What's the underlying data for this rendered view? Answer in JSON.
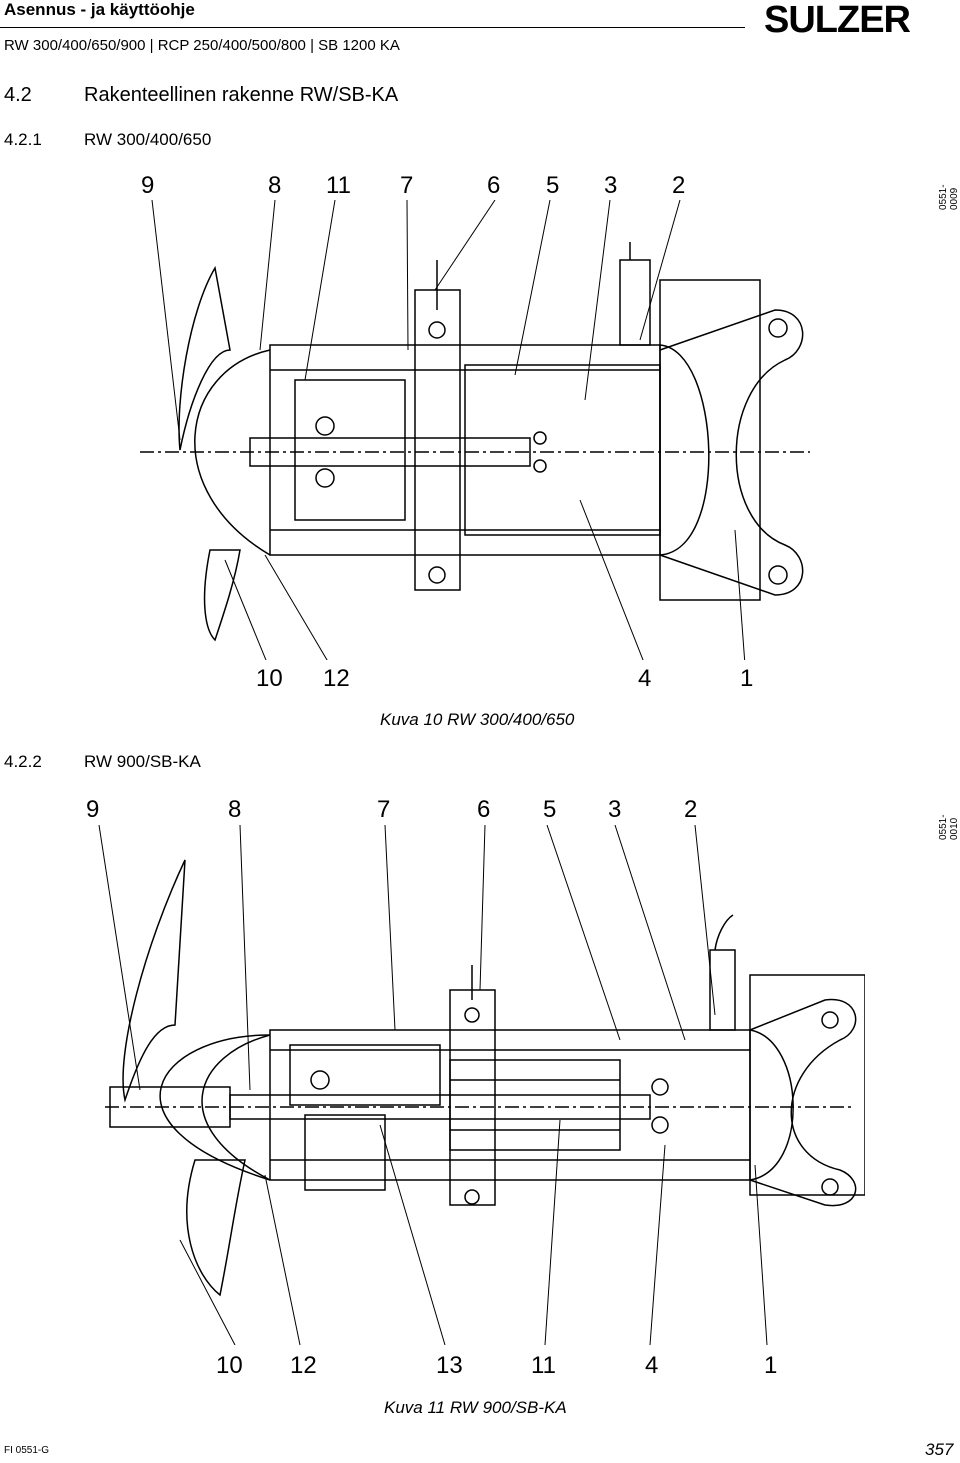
{
  "header": {
    "title": "Asennus - ja käyttöohje",
    "subtitle": "RW 300/400/650/900 | RCP 250/400/500/800 | SB 1200 KA",
    "logo_text": "SULZER"
  },
  "section": {
    "number": "4.2",
    "title": "Rakenteellinen rakenne RW/SB-KA"
  },
  "figures": [
    {
      "sub_number": "4.2.1",
      "sub_title": "RW 300/400/650",
      "drawing_id": "0551-0009",
      "top_callouts": [
        "9",
        "8",
        "11",
        "7",
        "6",
        "5",
        "3",
        "2"
      ],
      "bottom_callouts": [
        "10",
        "12",
        "4",
        "1"
      ],
      "caption": "Kuva 10 RW 300/400/650"
    },
    {
      "sub_number": "4.2.2",
      "sub_title": "RW 900/SB-KA",
      "drawing_id": "0551-0010",
      "top_callouts": [
        "9",
        "8",
        "7",
        "6",
        "5",
        "3",
        "2"
      ],
      "bottom_callouts": [
        "10",
        "12",
        "13",
        "11",
        "4",
        "1"
      ],
      "caption": "Kuva 11 RW 900/SB-KA"
    }
  ],
  "footer": {
    "doc_code": "FI 0551-G",
    "page_number": "357"
  }
}
